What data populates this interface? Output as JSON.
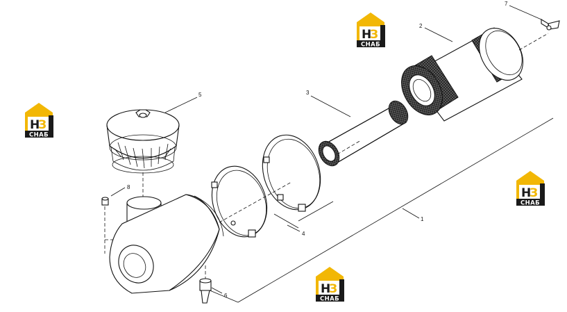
{
  "callouts": {
    "c1": "1",
    "c2": "2",
    "c3": "3",
    "c4": "4",
    "c5": "5",
    "c6": "6",
    "c7": "7",
    "c8": "8"
  },
  "watermark": {
    "letters_h": "Н",
    "letters_3": "З",
    "caption": "СНАБ",
    "colors": {
      "roof": "#f2b705",
      "body": "#1a1a1a",
      "accent": "#f2b705"
    }
  }
}
